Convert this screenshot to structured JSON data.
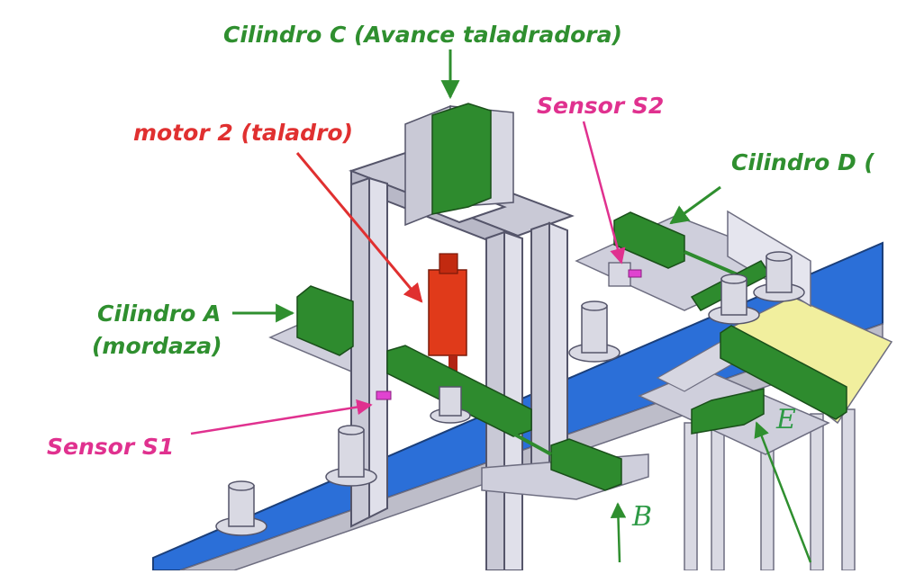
{
  "labels": {
    "cyl_c": "Cilindro C (Avance taladradora)",
    "motor2": "motor 2 (taladro)",
    "sensor_s2": "Sensor S2",
    "cyl_d": "Cilindro D (",
    "cyl_a_line1": "Cilindro A",
    "cyl_a_line2": "(mordaza)",
    "sensor_s1": "Sensor S1",
    "mark_b": "B",
    "mark_e": "E"
  },
  "colors": {
    "label_green": "#2f8f2f",
    "label_red": "#e03030",
    "label_pink": "#e0318f",
    "conveyor_blue": "#2b6fd8",
    "cylinder_green": "#2e8b2e",
    "frame_gray": "#c9c9d6",
    "motor_red": "#e03a1a",
    "tray_yellow": "#f1ef9e"
  }
}
